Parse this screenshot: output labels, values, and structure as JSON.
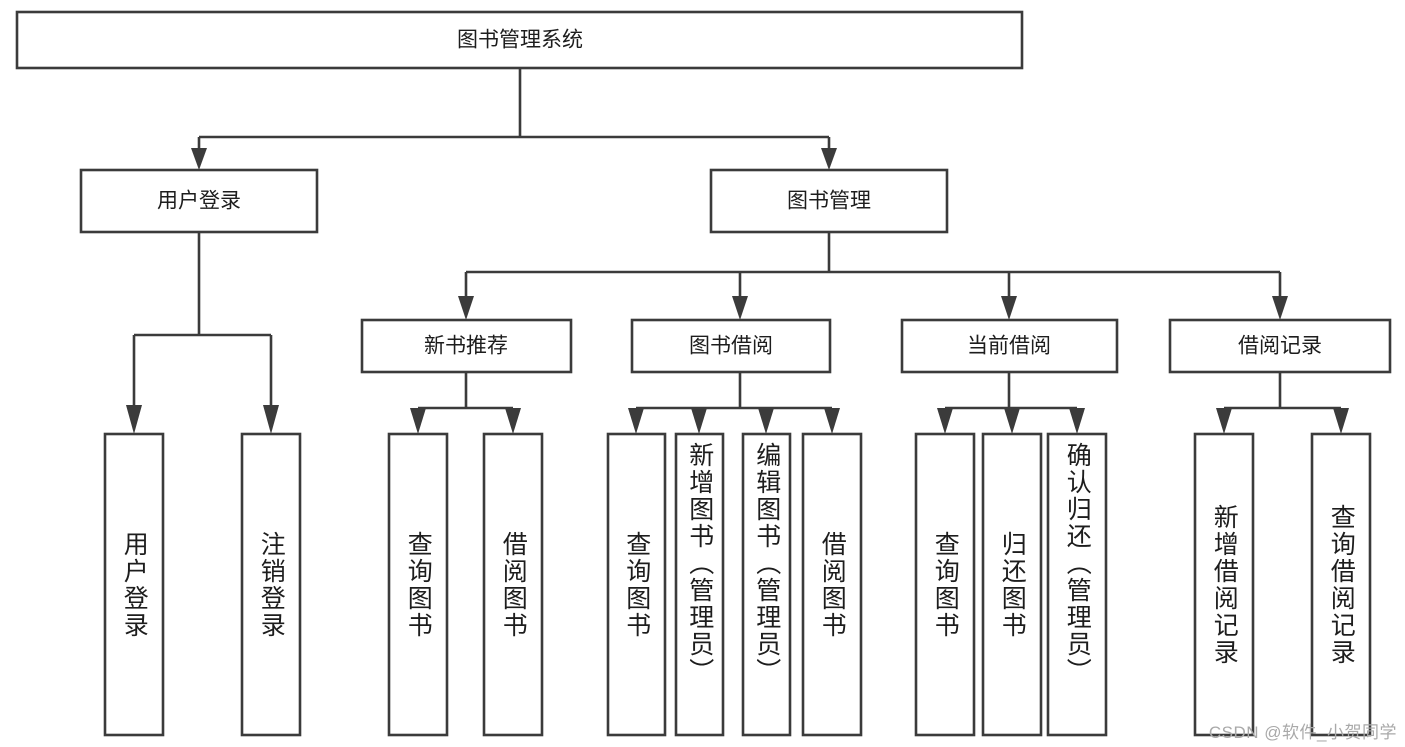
{
  "diagram": {
    "title": "图书管理系统",
    "type": "tree",
    "style": {
      "background": "#ffffff",
      "box_stroke": "#3b3b3b",
      "box_fill": "#ffffff",
      "text_color": "#1d1d1d",
      "watermark_color": "#a9a9a9"
    },
    "nodes": {
      "root": {
        "label": "图书管理系统"
      },
      "level2": [
        {
          "id": "user-login",
          "label": "用户登录"
        },
        {
          "id": "book-manage",
          "label": "图书管理"
        }
      ],
      "level3": [
        {
          "id": "new-book-rec",
          "label": "新书推荐"
        },
        {
          "id": "book-borrow",
          "label": "图书借阅"
        },
        {
          "id": "current-borrow",
          "label": "当前借阅"
        },
        {
          "id": "borrow-record",
          "label": "借阅记录"
        }
      ],
      "leaves": {
        "user-login": [
          {
            "id": "leaf-user-login",
            "label": "用户登录"
          },
          {
            "id": "leaf-logout",
            "label": "注销登录"
          }
        ],
        "new-book-rec": [
          {
            "id": "leaf-query-book-1",
            "label": "查询图书"
          },
          {
            "id": "leaf-borrow-book-1",
            "label": "借阅图书"
          }
        ],
        "book-borrow": [
          {
            "id": "leaf-query-book-2",
            "label": "查询图书"
          },
          {
            "id": "leaf-add-book",
            "label": "新增图书（管理员）"
          },
          {
            "id": "leaf-edit-book",
            "label": "编辑图书（管理员）"
          },
          {
            "id": "leaf-borrow-book-2",
            "label": "借阅图书"
          }
        ],
        "current-borrow": [
          {
            "id": "leaf-query-book-3",
            "label": "查询图书"
          },
          {
            "id": "leaf-return-book",
            "label": "归还图书"
          },
          {
            "id": "leaf-confirm-return",
            "label": "确认归还（管理员）"
          }
        ],
        "borrow-record": [
          {
            "id": "leaf-add-record",
            "label": "新增借阅记录"
          },
          {
            "id": "leaf-query-record",
            "label": "查询借阅记录"
          }
        ]
      }
    },
    "watermark": "CSDN @软件_小贺同学"
  }
}
